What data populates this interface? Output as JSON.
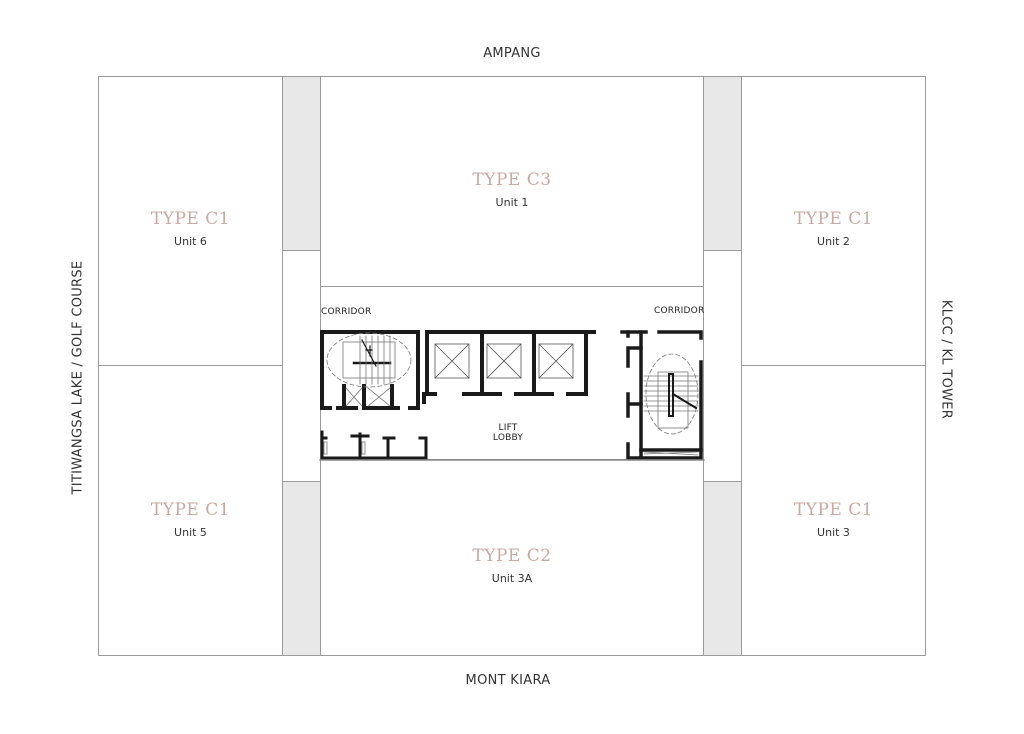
{
  "directions": {
    "north": "AMPANG",
    "south": "MONT KIARA",
    "west": "TITIWANGSA LAKE / GOLF COURSE",
    "east": "KLCC / KL TOWER"
  },
  "units": [
    {
      "type": "TYPE C1",
      "unit": "Unit 6"
    },
    {
      "type": "TYPE C3",
      "unit": "Unit 1"
    },
    {
      "type": "TYPE C1",
      "unit": "Unit 2"
    },
    {
      "type": "TYPE C1",
      "unit": "Unit 5"
    },
    {
      "type": "TYPE C2",
      "unit": "Unit 3A"
    },
    {
      "type": "TYPE C1",
      "unit": "Unit 3"
    }
  ],
  "core": {
    "corridor_left": "CORRIDOR",
    "corridor_right": "CORRIDOR",
    "lift_lobby_line1": "LIFT",
    "lift_lobby_line2": "LOBBY"
  },
  "colors": {
    "type_label": "#c9a9a3",
    "wall": "#1a1a1a",
    "outline": "#9a9a9a",
    "shaded": "#e8e8e8"
  }
}
